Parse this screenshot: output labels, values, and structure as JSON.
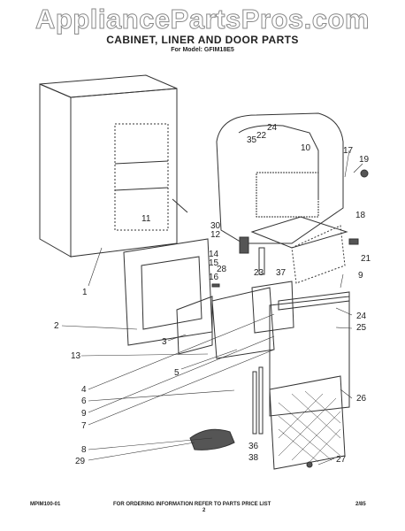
{
  "watermark": "AppliancePartsPros.com",
  "title": "CABINET, LINER AND DOOR PARTS",
  "subtitle": "For Model: GFIM18E5",
  "footer": {
    "left": "MPIM100-01",
    "center_note": "FOR ORDERING INFORMATION REFER TO PARTS PRICE LIST",
    "page": "2",
    "right": "2/85"
  },
  "callouts": {
    "c1": "1",
    "c2": "2",
    "c3": "3",
    "c4": "4",
    "c5": "5",
    "c6": "6",
    "c7": "7",
    "c8": "8",
    "c9": "9",
    "c9b": "9",
    "c10": "10",
    "c11": "11",
    "c12": "12",
    "c13": "13",
    "c14": "14",
    "c15": "15",
    "c16": "16",
    "c17": "17",
    "c18": "18",
    "c19": "19",
    "c21": "21",
    "c22": "22",
    "c23": "23",
    "c24": "24",
    "c25": "25",
    "c26": "26",
    "c27": "27",
    "c28": "28",
    "c29": "29",
    "c30": "30",
    "c35": "35",
    "c36": "36",
    "c37": "37",
    "c38": "38"
  }
}
